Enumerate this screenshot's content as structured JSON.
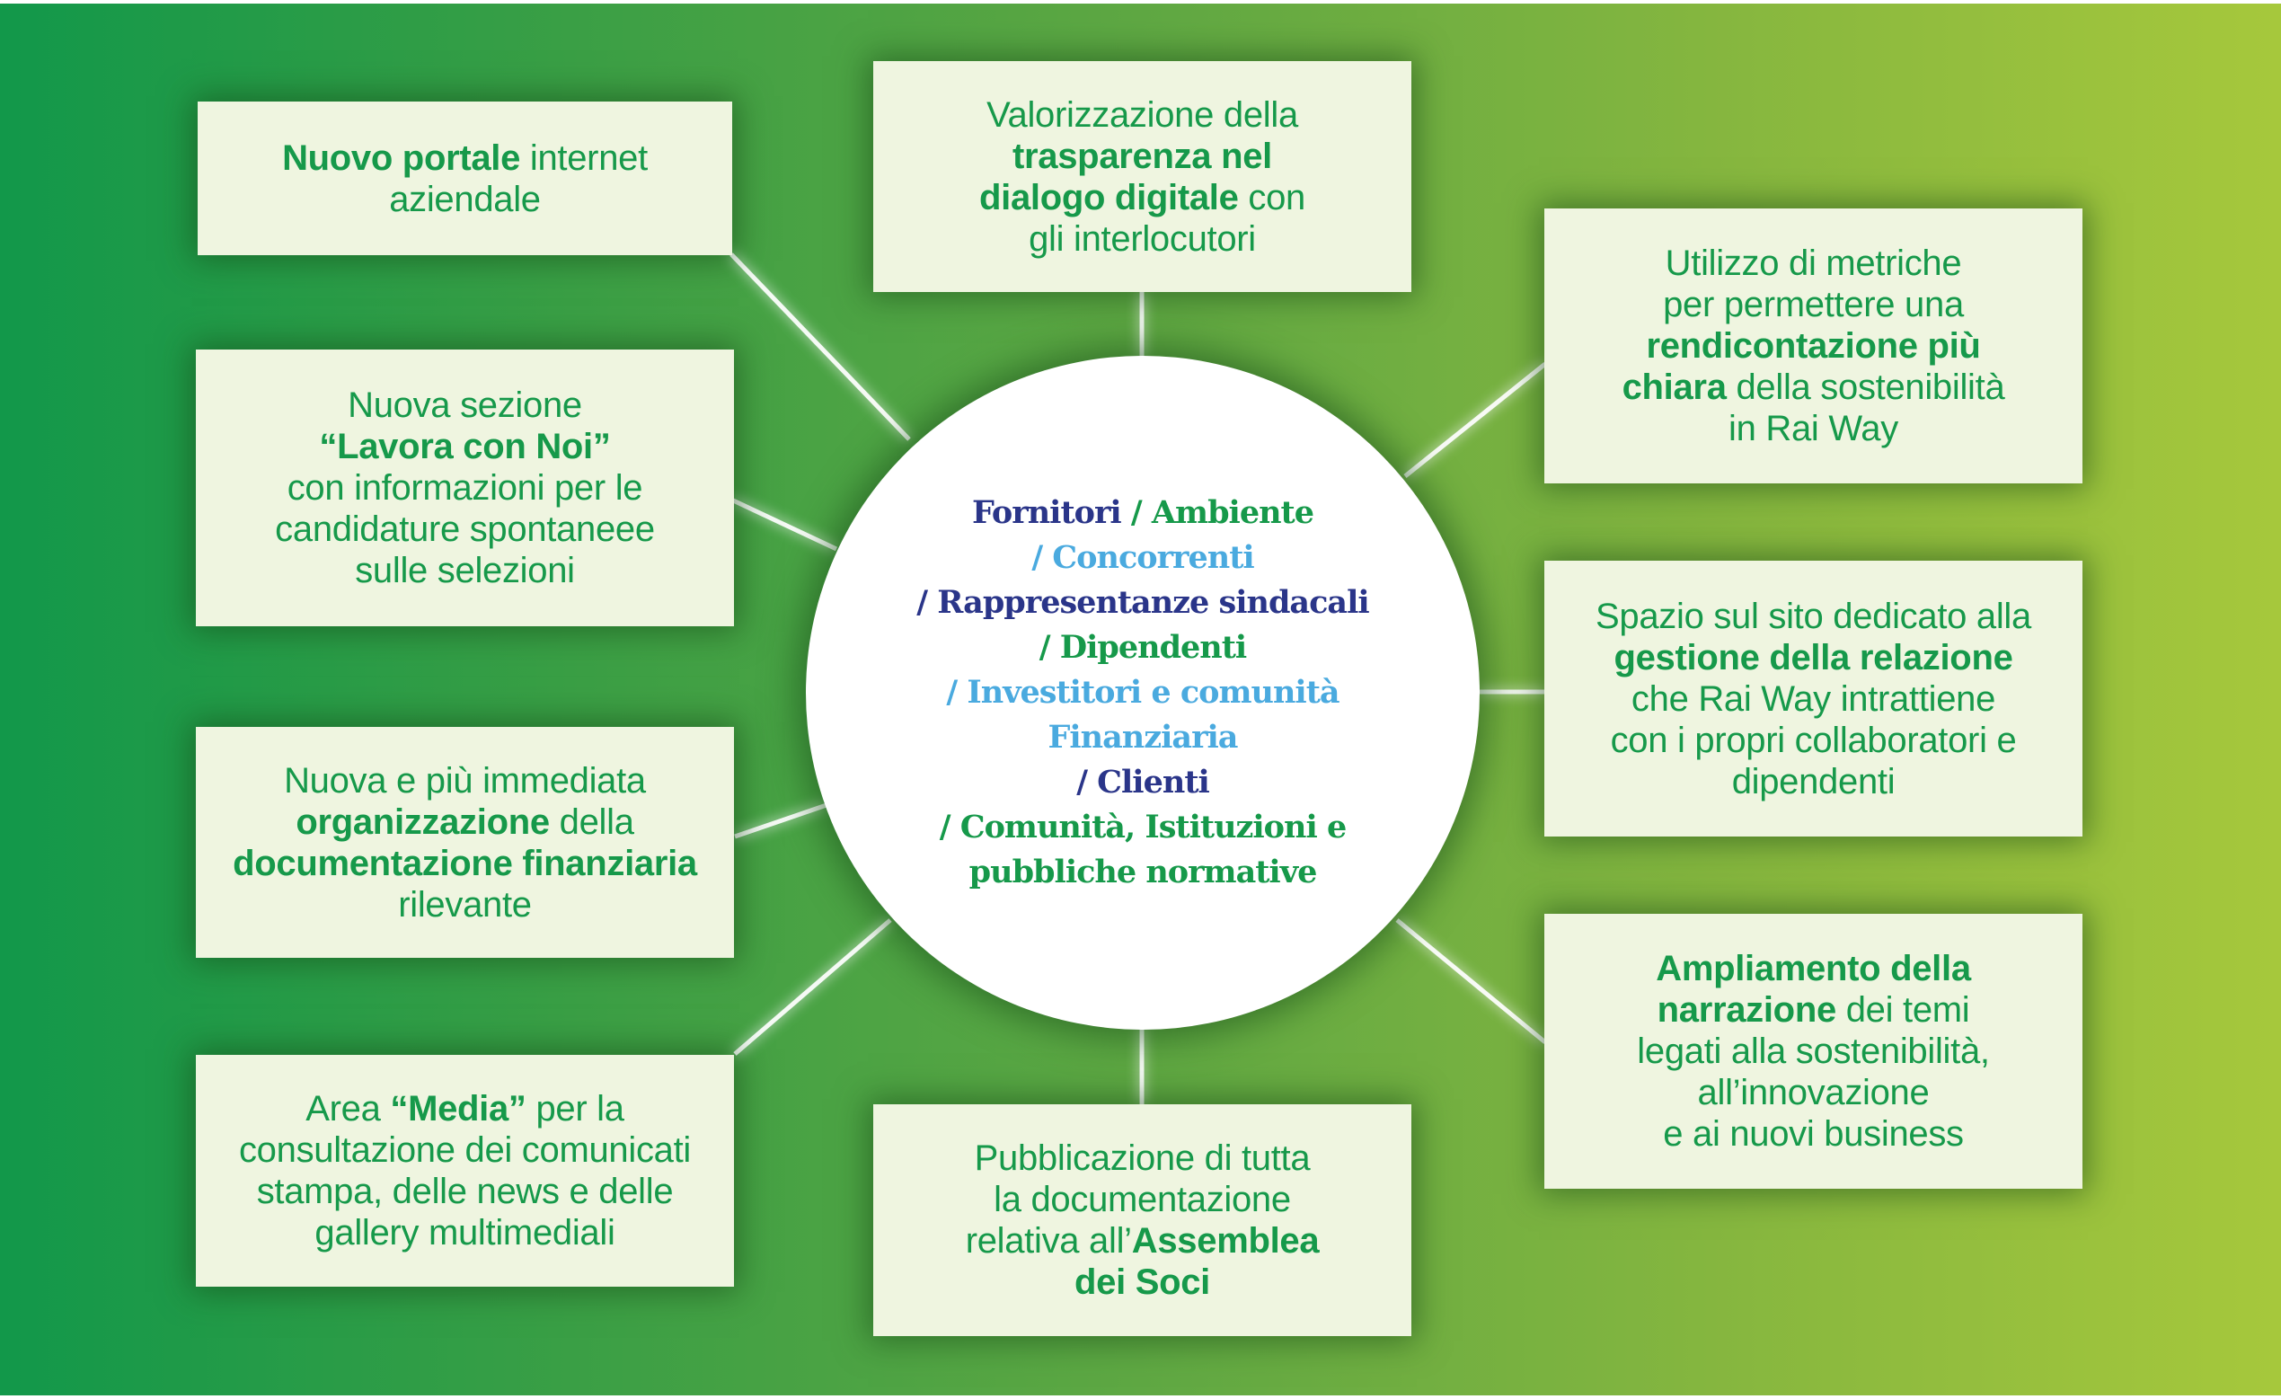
{
  "colors": {
    "background_start": "#12984a",
    "background_end": "#a6c83c",
    "box_fill": "#eff5e0",
    "box_text": "#16994a",
    "navy": "#2a3589",
    "green": "#16994a",
    "sky": "#4aaadf",
    "connector": "#ffffff"
  },
  "hub": {
    "lines": [
      [
        {
          "text": "Fornitori ",
          "color": "navy"
        },
        {
          "text": "/ Ambiente",
          "color": "green"
        }
      ],
      [
        {
          "text": "/ Concorrenti",
          "color": "sky"
        }
      ],
      [
        {
          "text": "/ Rappresentanze sindacali",
          "color": "navy"
        }
      ],
      [
        {
          "text": "/ Dipendenti",
          "color": "green"
        }
      ],
      [
        {
          "text": "/ Investitori e comunità",
          "color": "sky"
        }
      ],
      [
        {
          "text": "Finanziaria",
          "color": "sky"
        }
      ],
      [
        {
          "text": "/ Clienti",
          "color": "navy"
        }
      ],
      [
        {
          "text": "/ Comunità, Istituzioni e",
          "color": "green"
        }
      ],
      [
        {
          "text": "pubbliche normative",
          "color": "green"
        }
      ]
    ]
  },
  "boxes": [
    {
      "id": "nuovo-portale",
      "lines": [
        [
          {
            "text": "Nuovo portale",
            "bold": true
          },
          {
            "text": " internet"
          }
        ],
        [
          {
            "text": "aziendale"
          }
        ]
      ]
    },
    {
      "id": "lavora-con-noi",
      "lines": [
        [
          {
            "text": "Nuova sezione"
          }
        ],
        [
          {
            "text": "“Lavora con Noi”",
            "bold": true
          }
        ],
        [
          {
            "text": "con informazioni per le"
          }
        ],
        [
          {
            "text": "candidature spontaneee"
          }
        ],
        [
          {
            "text": "sulle selezioni"
          }
        ]
      ]
    },
    {
      "id": "documentazione-finanziaria",
      "lines": [
        [
          {
            "text": "Nuova e più immediata"
          }
        ],
        [
          {
            "text": "organizzazione",
            "bold": true
          },
          {
            "text": " della"
          }
        ],
        [
          {
            "text": "documentazione finanziaria",
            "bold": true
          }
        ],
        [
          {
            "text": "rilevante"
          }
        ]
      ]
    },
    {
      "id": "area-media",
      "lines": [
        [
          {
            "text": "Area "
          },
          {
            "text": "“Media”",
            "bold": true
          },
          {
            "text": " per la"
          }
        ],
        [
          {
            "text": "consultazione dei comunicati"
          }
        ],
        [
          {
            "text": "stampa, delle news e delle"
          }
        ],
        [
          {
            "text": "gallery multimediali"
          }
        ]
      ]
    },
    {
      "id": "trasparenza-dialogo",
      "lines": [
        [
          {
            "text": "Valorizzazione della"
          }
        ],
        [
          {
            "text": "trasparenza nel",
            "bold": true
          }
        ],
        [
          {
            "text": "dialogo digitale",
            "bold": true
          },
          {
            "text": " con"
          }
        ],
        [
          {
            "text": "gli interlocutori"
          }
        ]
      ]
    },
    {
      "id": "assemblea-soci",
      "lines": [
        [
          {
            "text": "Pubblicazione di tutta"
          }
        ],
        [
          {
            "text": "la documentazione"
          }
        ],
        [
          {
            "text": "relativa all’"
          },
          {
            "text": "Assemblea",
            "bold": true
          }
        ],
        [
          {
            "text": "dei Soci",
            "bold": true
          }
        ]
      ]
    },
    {
      "id": "metriche-rendicontazione",
      "lines": [
        [
          {
            "text": "Utilizzo di metriche"
          }
        ],
        [
          {
            "text": "per permettere una"
          }
        ],
        [
          {
            "text": "rendicontazione più",
            "bold": true
          }
        ],
        [
          {
            "text": "chiara",
            "bold": true
          },
          {
            "text": " della sostenibilità"
          }
        ],
        [
          {
            "text": "in Rai Way"
          }
        ]
      ]
    },
    {
      "id": "gestione-relazione",
      "lines": [
        [
          {
            "text": "Spazio sul sito dedicato alla"
          }
        ],
        [
          {
            "text": "gestione della relazione",
            "bold": true
          }
        ],
        [
          {
            "text": "che Rai Way intrattiene"
          }
        ],
        [
          {
            "text": "con i propri collaboratori e"
          }
        ],
        [
          {
            "text": "dipendenti"
          }
        ]
      ]
    },
    {
      "id": "ampliamento-narrazione",
      "lines": [
        [
          {
            "text": "Ampliamento della",
            "bold": true
          }
        ],
        [
          {
            "text": "narrazione",
            "bold": true
          },
          {
            "text": " dei temi"
          }
        ],
        [
          {
            "text": "legati alla sostenibilità,"
          }
        ],
        [
          {
            "text": "all’innovazione"
          }
        ],
        [
          {
            "text": "e ai nuovi business"
          }
        ]
      ]
    }
  ]
}
